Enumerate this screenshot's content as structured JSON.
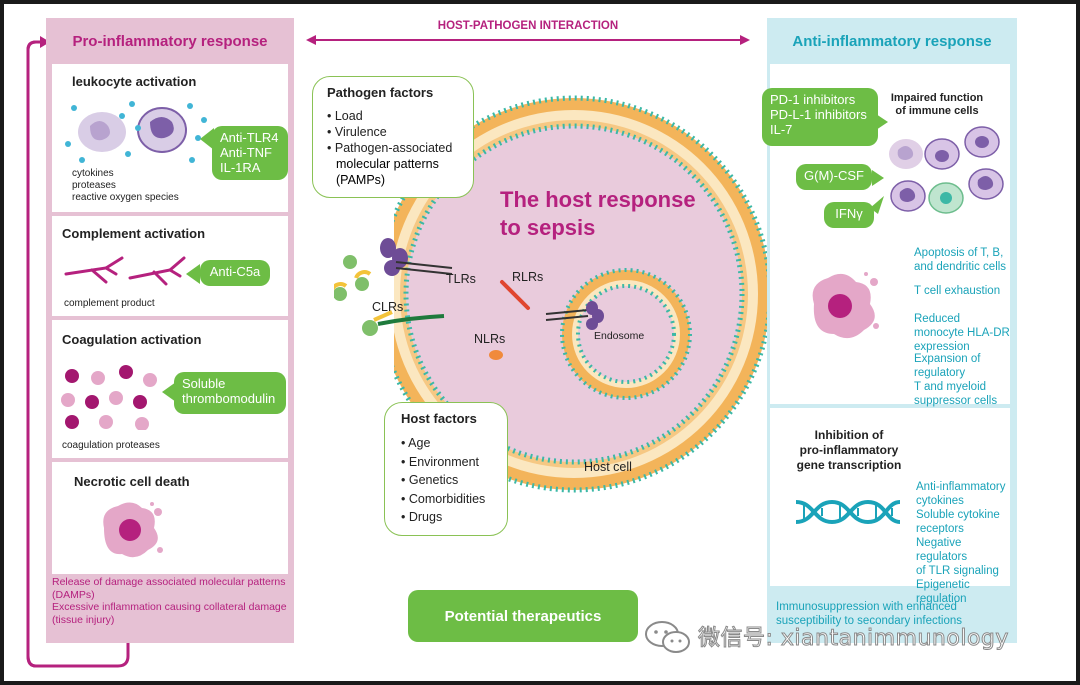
{
  "header": {
    "title": "HOST-PATHOGEN INTERACTION"
  },
  "left": {
    "title": "Pro-inflammatory response",
    "leukocyte": {
      "title": "leukocyte activation",
      "labels": [
        "cytokines",
        "proteases",
        "reactive oxygen species"
      ],
      "therapy": [
        "Anti-TLR4",
        "Anti-TNF",
        "IL-1RA"
      ]
    },
    "complement": {
      "title": "Complement activation",
      "label": "complement product",
      "therapy": "Anti-C5a"
    },
    "coagulation": {
      "title": "Coagulation activation",
      "label": "coagulation proteases",
      "therapy": [
        "Soluble",
        "thrombomodulin"
      ]
    },
    "necrotic": {
      "title": "Necrotic cell death"
    },
    "footer": [
      "Release of damage associated molecular patterns",
      "(DAMPs)",
      "Excessive inflammation causing collateral damage",
      "(tissue injury)"
    ]
  },
  "center": {
    "pathogen": {
      "title": "Pathogen factors",
      "items": [
        "Load",
        "Virulence",
        "Pathogen-associated",
        "molecular patterns",
        "(PAMPs)"
      ]
    },
    "title_lines": [
      "The host response",
      "to sepsis"
    ],
    "labels": {
      "tlrs": "TLRs",
      "rlrs": "RLRs",
      "clrs": "CLRs",
      "nlrs": "NLRs",
      "endosome": "Endosome",
      "host_cell": "Host cell"
    },
    "host": {
      "title": "Host factors",
      "items": [
        "Age",
        "Environment",
        "Genetics",
        "Comorbidities",
        "Drugs"
      ]
    },
    "therapeutics": "Potential therapeutics"
  },
  "right": {
    "title": "Anti-inflammatory response",
    "therapy1": [
      "PD-1 inhibitors",
      "PD-L-1 inhibitors",
      "IL-7"
    ],
    "impaired": [
      "Impaired function",
      "of immune cells"
    ],
    "gmcsf": "G(M)-CSF",
    "ifn": "IFNγ",
    "apoptosis": [
      [
        "Apoptosis of T, B,",
        "and dendritic cells"
      ],
      [
        "T cell exhaustion"
      ],
      [
        "Reduced monocyte HLA-DR",
        "expression"
      ],
      [
        "Expansion of regulatory",
        "T and myeloid",
        "suppressor cells"
      ]
    ],
    "inhibition": [
      "Inhibition of",
      "pro-inflammatory",
      "gene transcription"
    ],
    "gene_items": [
      "Anti-inflammatory cytokines",
      "Soluble cytokine receptors",
      "Negative regulators",
      "of TLR signaling",
      "Epigenetic regulation"
    ],
    "footer": [
      "Immunosuppression with enhanced",
      "susceptibility to secondary infections"
    ]
  },
  "watermark": "微信号: xiantanimmunology",
  "colors": {
    "magenta": "#b5217e",
    "cyan": "#1aa3b9",
    "green": "#6dbd45",
    "pink_bg": "#e6c1d4",
    "blue_bg": "#cdebf1"
  }
}
